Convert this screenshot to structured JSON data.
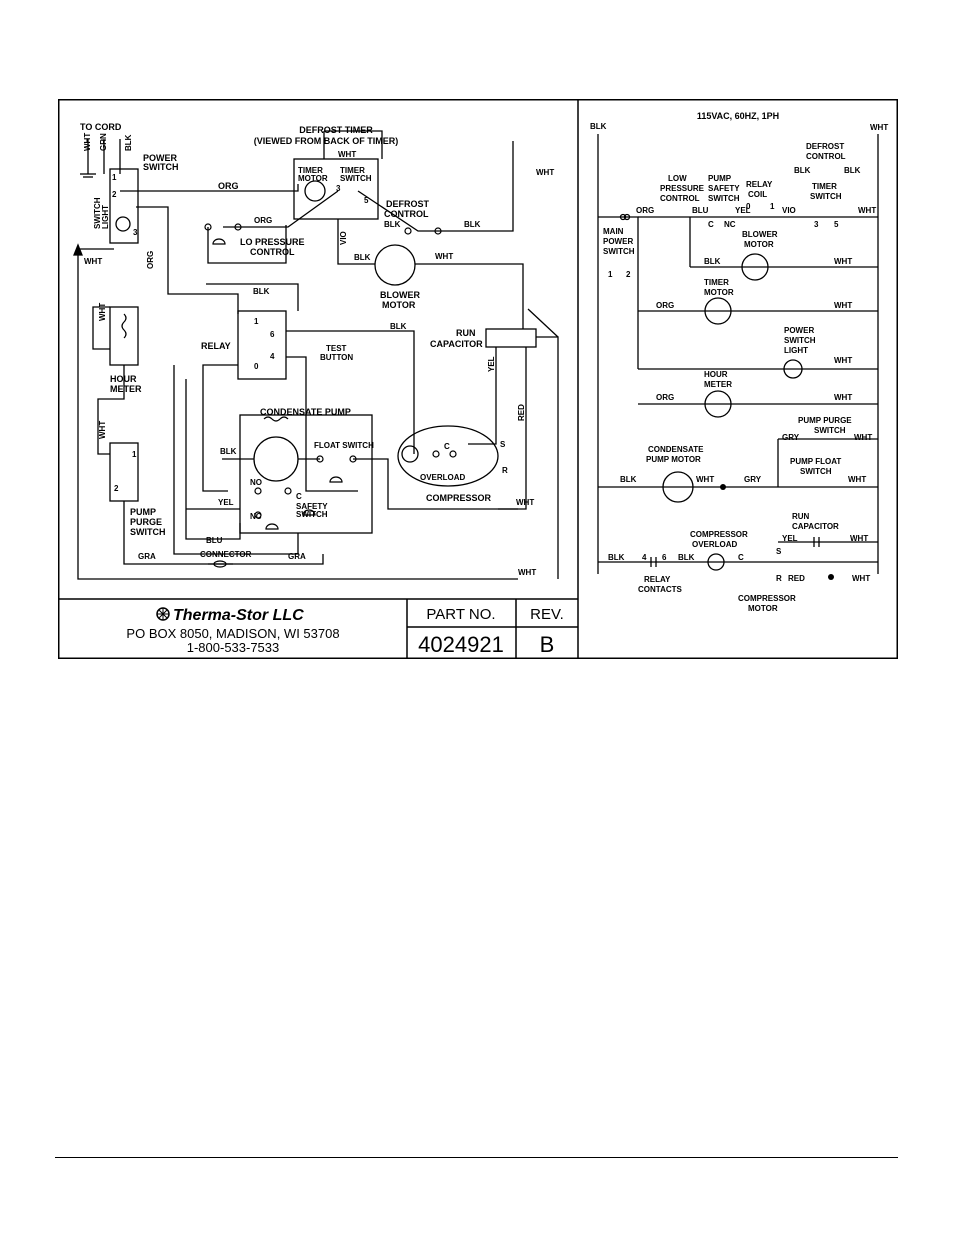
{
  "title_block": {
    "company": "Therma-Stor LLC",
    "address": "PO BOX 8050, MADISON, WI   53708",
    "phone": "1-800-533-7533",
    "part_no_label": "PART NO.",
    "rev_label": "REV.",
    "part_no": "4024921",
    "rev": "B"
  },
  "wiring": {
    "to_cord": "TO CORD",
    "wht": "WHT",
    "grn": "GRN",
    "blk": "BLK",
    "org": "ORG",
    "vio": "VIO",
    "yel": "YEL",
    "blu": "BLU",
    "gra": "GRA",
    "red": "RED",
    "power_switch": [
      "POWER",
      "SWITCH"
    ],
    "switch_light": [
      "SWITCH",
      "LIGHT"
    ],
    "defrost_timer": [
      "DEFROST TIMER",
      "(VIEWED FROM BACK OF TIMER)"
    ],
    "timer_motor": [
      "TIMER",
      "MOTOR"
    ],
    "timer_switch": [
      "TIMER",
      "SWITCH"
    ],
    "defrost_control": [
      "DEFROST",
      "CONTROL"
    ],
    "lo_pressure_control": [
      "LO PRESSURE",
      "CONTROL"
    ],
    "blower_motor": [
      "BLOWER",
      "MOTOR"
    ],
    "hour_meter": [
      "HOUR",
      "METER"
    ],
    "relay": "RELAY",
    "test_button": [
      "TEST",
      "BUTTON"
    ],
    "run_capacitor": [
      "RUN",
      "CAPACITOR"
    ],
    "condensate_pump": "CONDENSATE PUMP",
    "float_switch": "FLOAT SWITCH",
    "safety_switch": [
      "SAFETY",
      "SWITCH"
    ],
    "overload": "OVERLOAD",
    "compressor": "COMPRESSOR",
    "pump_purge_switch": [
      "PUMP",
      "PURGE",
      "SWITCH"
    ],
    "connector": "CONNECTOR",
    "no": "NO",
    "nc": "NC",
    "c": "C",
    "s": "S",
    "r": "R",
    "n1": "1",
    "n2": "2",
    "n3": "3",
    "n4": "4",
    "n5": "5",
    "n6": "6",
    "n0": "0"
  },
  "ladder": {
    "supply": "115VAC, 60HZ, 1PH",
    "blk": "BLK",
    "wht": "WHT",
    "org": "ORG",
    "blu": "BLU",
    "vio": "VIO",
    "gry": "GRY",
    "yel": "YEL",
    "red": "RED",
    "c": "C",
    "nc": "NC",
    "s": "S",
    "r": "R",
    "n0": "0",
    "n1": "1",
    "n2": "2",
    "n3": "3",
    "n4": "4",
    "n5": "5",
    "n6": "6",
    "main_power_switch": [
      "MAIN",
      "POWER",
      "SWITCH"
    ],
    "low_pressure_control": [
      "LOW",
      "PRESSURE",
      "CONTROL"
    ],
    "pump_safety_switch": [
      "PUMP",
      "SAFETY",
      "SWITCH"
    ],
    "relay_coil": [
      "RELAY",
      "COIL"
    ],
    "defrost_control": [
      "DEFROST",
      "CONTROL"
    ],
    "timer_switch": [
      "TIMER",
      "SWITCH"
    ],
    "blower_motor": [
      "BLOWER",
      "MOTOR"
    ],
    "timer_motor": [
      "TIMER",
      "MOTOR"
    ],
    "power_switch_light": [
      "POWER",
      "SWITCH",
      "LIGHT"
    ],
    "hour_meter": [
      "HOUR",
      "METER"
    ],
    "pump_purge_switch": [
      "PUMP PURGE",
      "SWITCH"
    ],
    "pump_float_switch": [
      "PUMP FLOAT",
      "SWITCH"
    ],
    "condensate_pump_motor": [
      "CONDENSATE",
      "PUMP MOTOR"
    ],
    "run_capacitor": [
      "RUN",
      "CAPACITOR"
    ],
    "compressor_overload": [
      "COMPRESSOR",
      "OVERLOAD"
    ],
    "relay_contacts": [
      "RELAY",
      "CONTACTS"
    ],
    "compressor_motor": [
      "COMPRESSOR",
      "MOTOR"
    ]
  },
  "colors": {
    "ink": "#000000",
    "paper": "#ffffff"
  }
}
